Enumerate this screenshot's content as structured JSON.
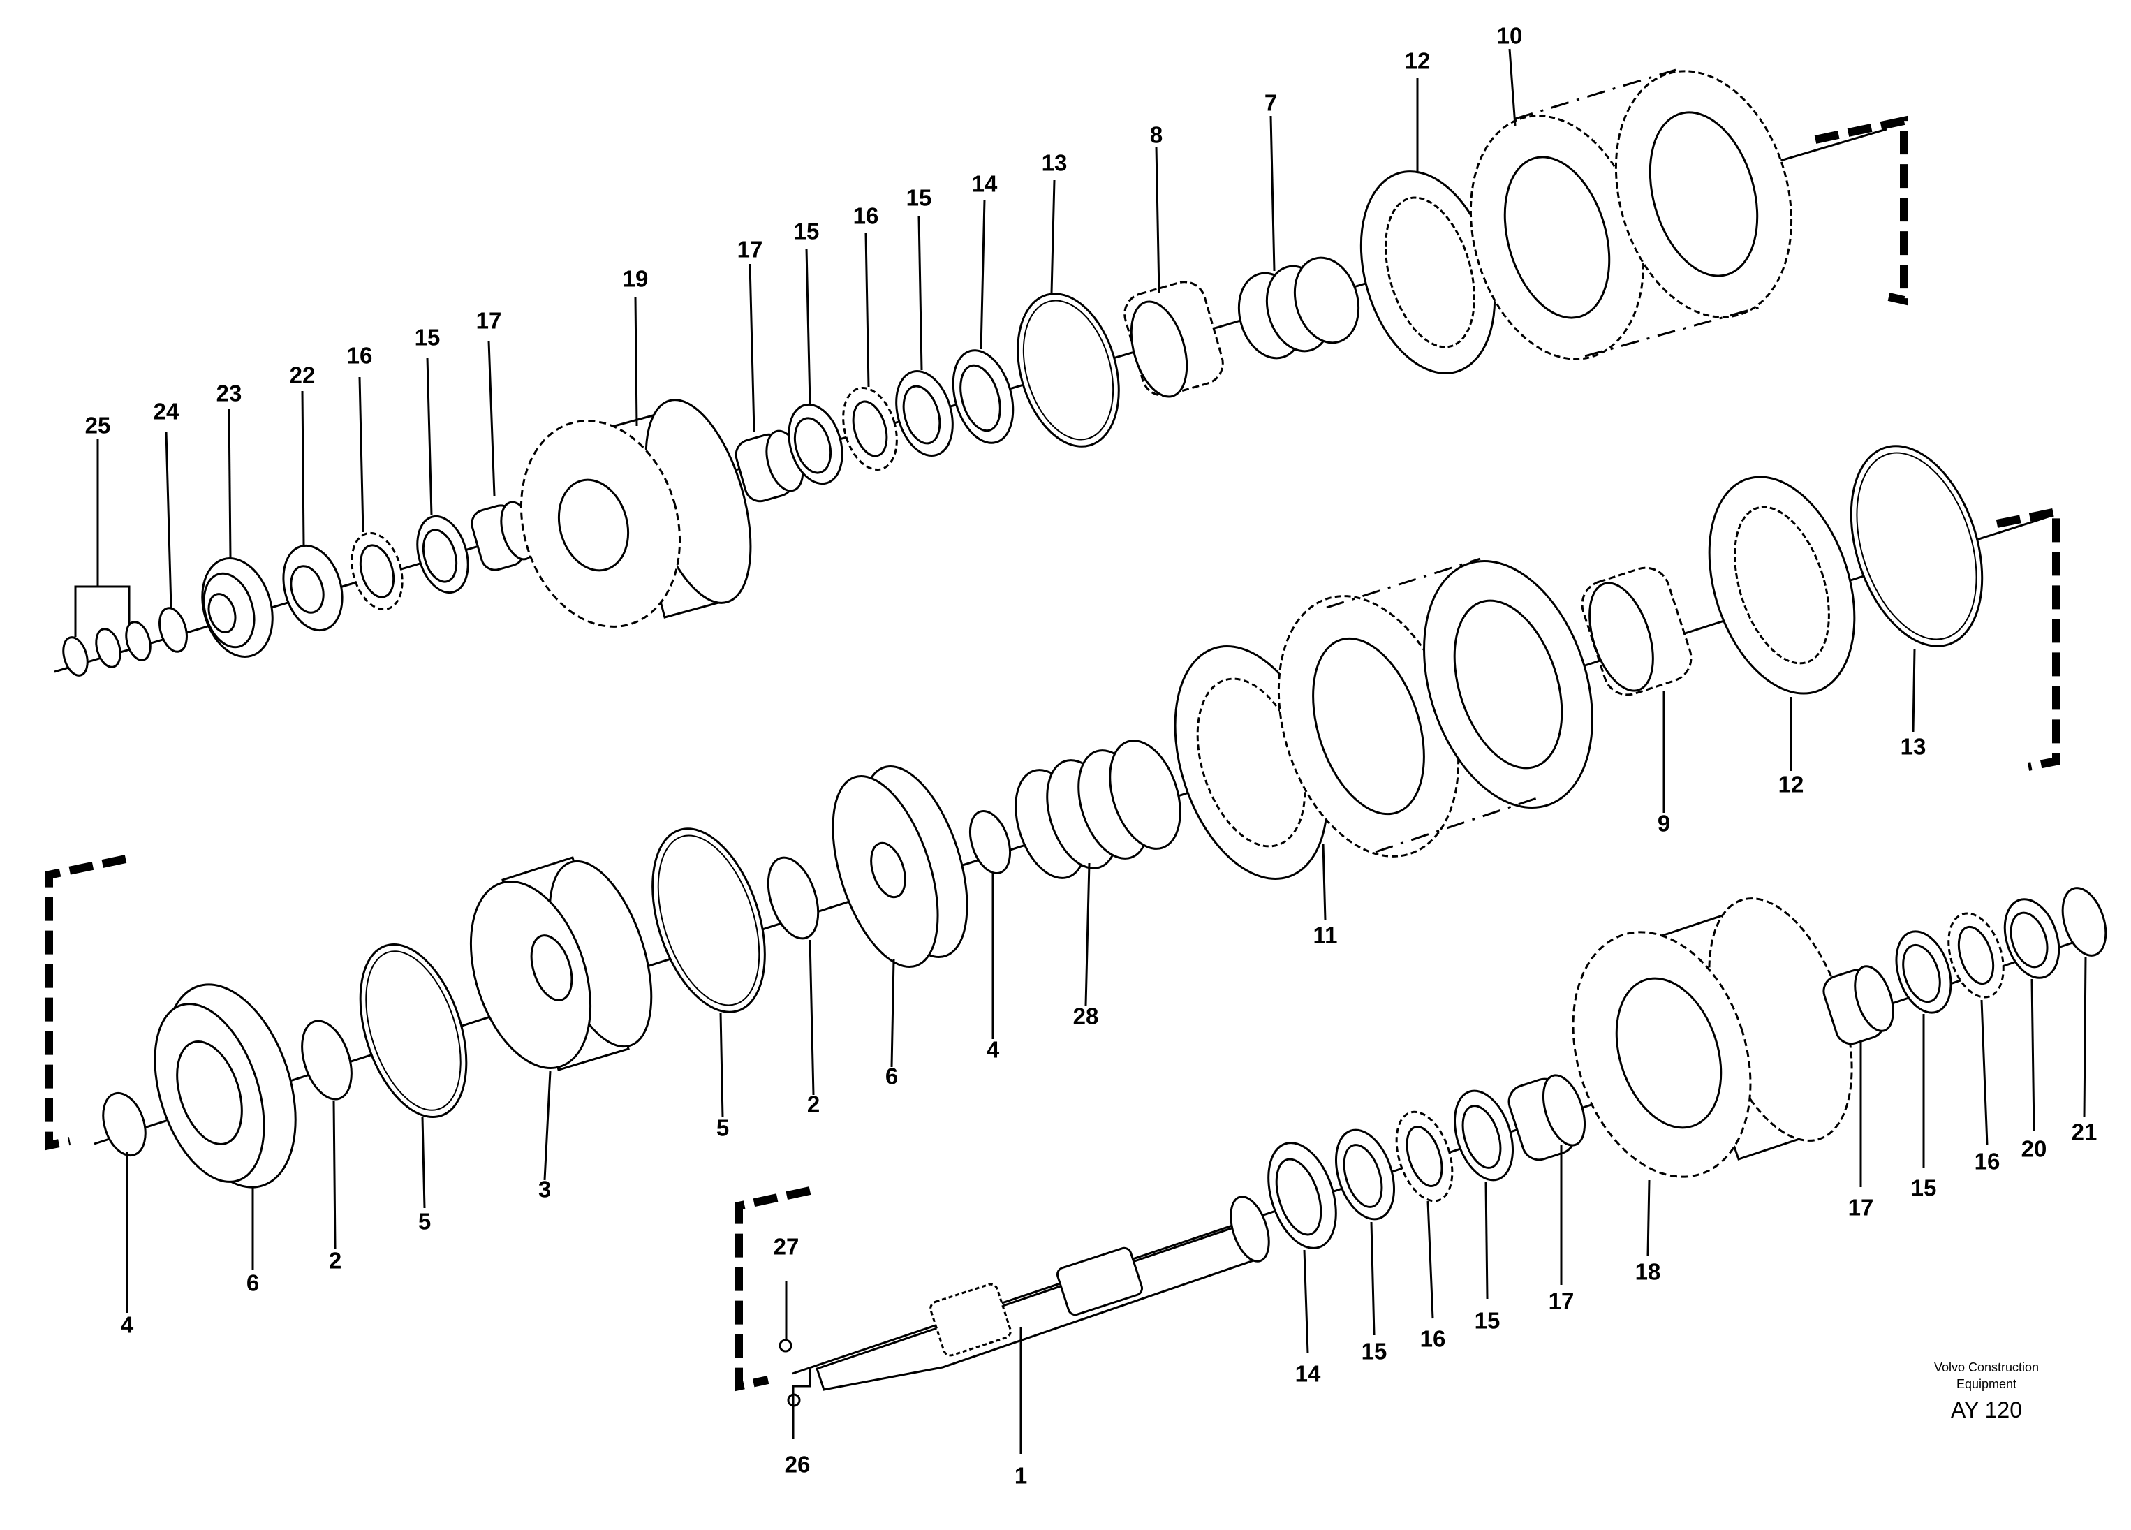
{
  "credit": {
    "line1": "Volvo Construction",
    "line2": "Equipment",
    "code": "AY 120"
  },
  "callouts": {
    "c25": "25",
    "c24": "24",
    "c23": "23",
    "c22": "22",
    "c16a": "16",
    "c15a": "15",
    "c17a": "17",
    "c19": "19",
    "c17b": "17",
    "c15b": "15",
    "c16b": "16",
    "c15c": "15",
    "c14a": "14",
    "c13a": "13",
    "c8": "8",
    "c7": "7",
    "c12a": "12",
    "c10": "10",
    "c4a": "4",
    "c6a": "6",
    "c2a": "2",
    "c5a": "5",
    "c3": "3",
    "c5b": "5",
    "c2b": "2",
    "c6b": "6",
    "c4b": "4",
    "c28": "28",
    "c11": "11",
    "c9": "9",
    "c12b": "12",
    "c13b": "13",
    "c27": "27",
    "c26": "26",
    "c1": "1",
    "c14b": "14",
    "c15d": "15",
    "c16c": "16",
    "c15e": "15",
    "c17c": "17",
    "c18": "18",
    "c17d": "17",
    "c15f": "15",
    "c16d": "16",
    "c20": "20",
    "c21": "21"
  }
}
